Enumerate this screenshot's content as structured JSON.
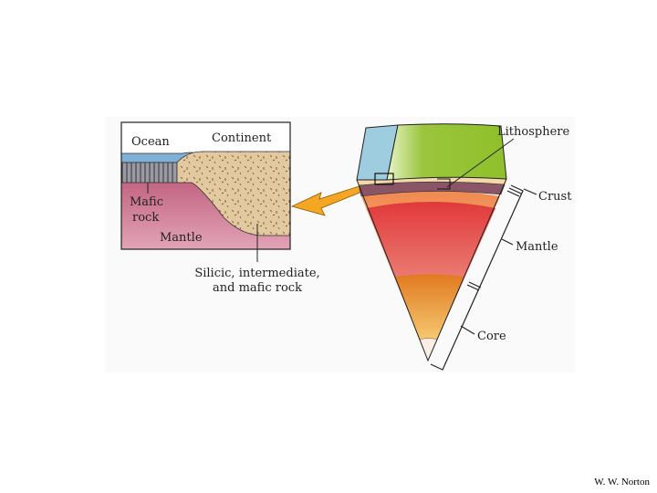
{
  "inset": {
    "ocean_label": "Ocean",
    "continent_label": "Continent",
    "mafic_label_line1": "Mafic",
    "mafic_label_line2": "rock",
    "mantle_label": "Mantle",
    "rock_label_line1": "Silicic, intermediate,",
    "rock_label_line2": "and mafic rock"
  },
  "earth_section": {
    "lithosphere_label": "Lithosphere",
    "crust_label": "Crust",
    "mantle_label": "Mantle",
    "core_label": "Core"
  },
  "colors": {
    "ocean": "#7fb0d8",
    "continent_rock": "#e3c9a0",
    "mantle": "#c2607e",
    "lithosphere_green": "#9bc53d",
    "arrow": "#f5a623"
  },
  "footer": {
    "credit": "W. W. Norton"
  }
}
